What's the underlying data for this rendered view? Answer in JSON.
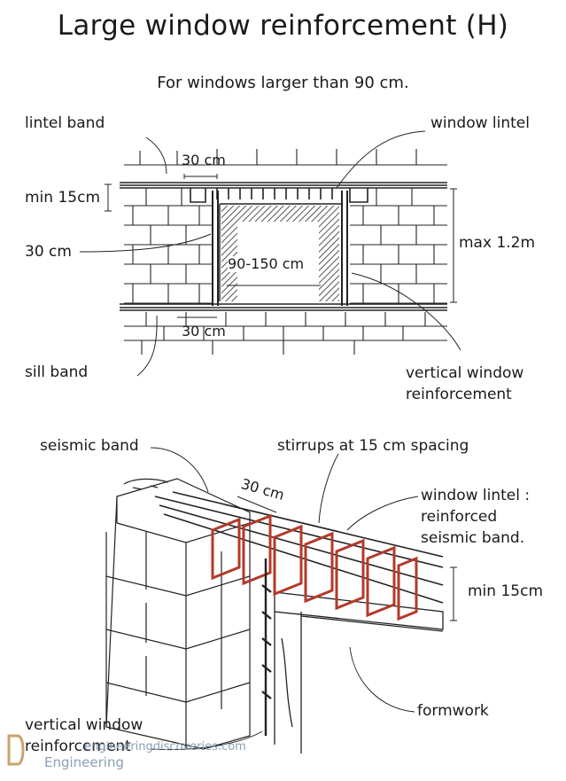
{
  "title": "Large window reinforcement (H)",
  "subtitle": "For windows larger than 90 cm.",
  "elevation": {
    "lintel_band": "lintel band",
    "window_lintel": "window lintel",
    "min_15cm": "min 15cm",
    "thirty_cm_top": "30 cm",
    "thirty_cm_left": "30 cm",
    "max_height": "max 1.2m",
    "opening_width": "90-150 cm",
    "thirty_cm_bottom": "30 cm",
    "sill_band": "sill band",
    "vertical_reinf_line1": "vertical window",
    "vertical_reinf_line2": "reinforcement"
  },
  "isometric": {
    "seismic_band": "seismic band",
    "stirrups": "stirrups at 15 cm spacing",
    "thirty_cm": "30 cm",
    "window_lintel_line1": "window lintel :",
    "window_lintel_line2": "reinforced",
    "window_lintel_line3": "seismic band.",
    "min_15cm": "min 15cm",
    "formwork": "formwork",
    "vertical_reinf_line1": "vertical window",
    "vertical_reinf_line2": "reinforcement"
  },
  "watermark": {
    "small_text": "engineeringdiscoveries.com",
    "brand": "Engineering"
  },
  "colors": {
    "ink": "#1a1a1a",
    "rebar": "#b33a2a",
    "hatch": "#555555",
    "watermark": "#8aa0b8"
  }
}
